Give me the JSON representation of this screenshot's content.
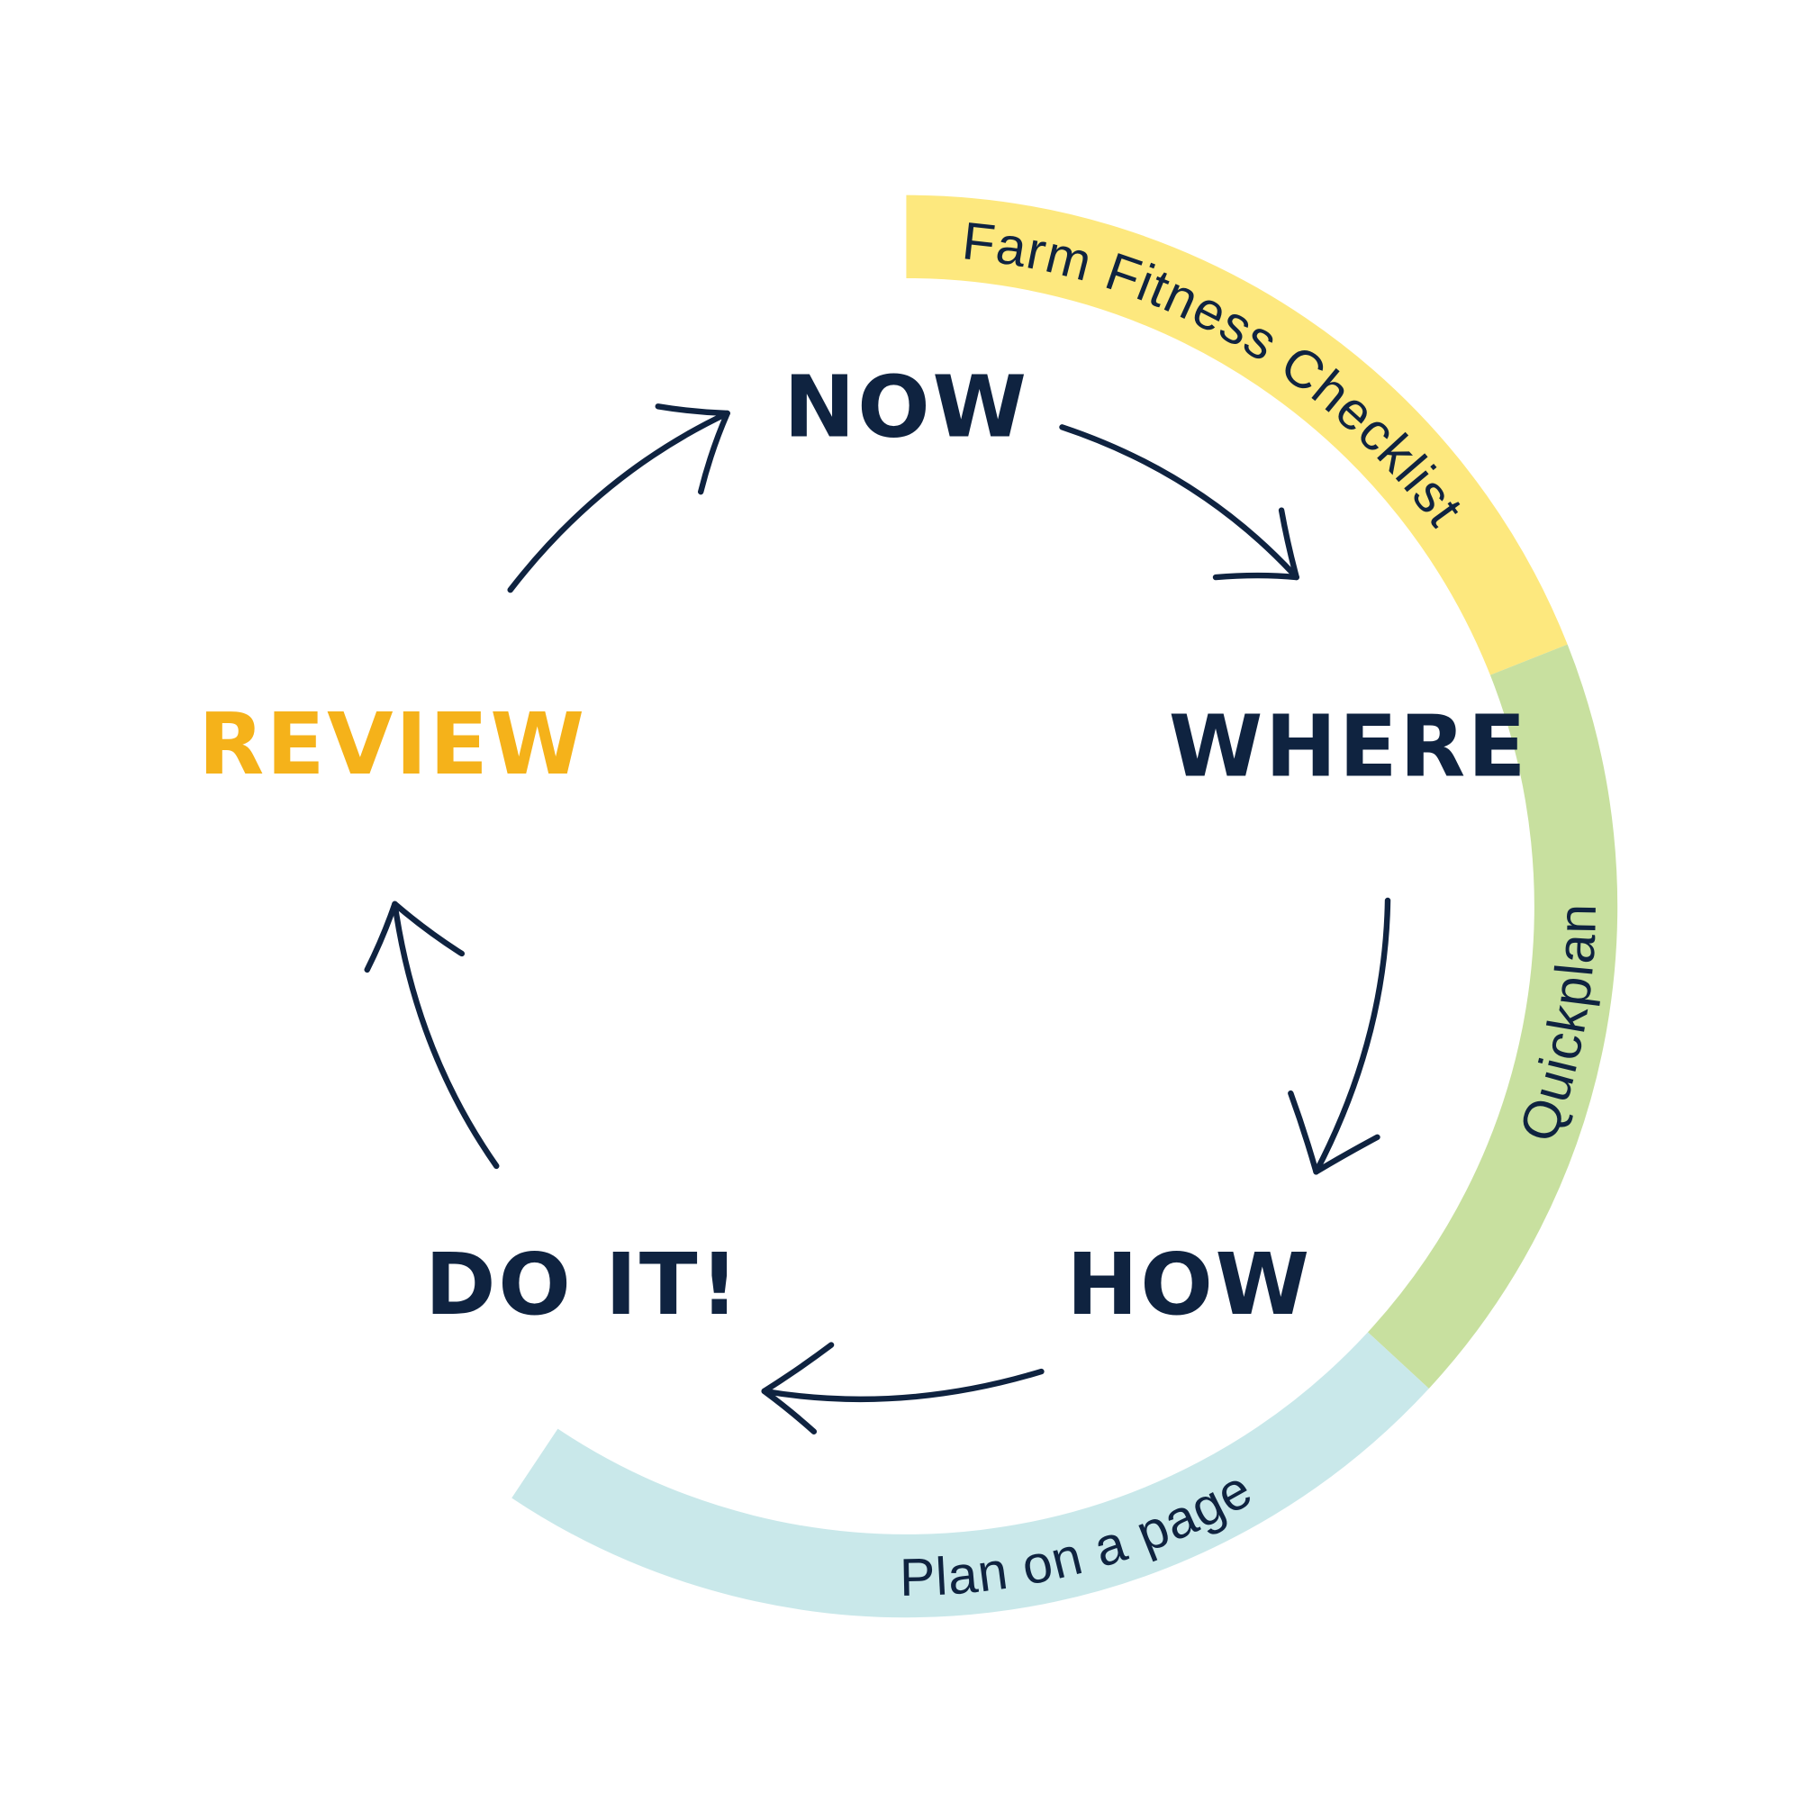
{
  "colors": {
    "text": "#0f2340",
    "accent": "#f5b21a",
    "band_yellow": "#fde87e",
    "band_green": "#c8e09f",
    "band_blue": "#c9e8ea"
  },
  "bands": [
    {
      "label": "Farm Fitness Checklist",
      "color": "#fde87e"
    },
    {
      "label": "Quickplan",
      "color": "#c8e09f"
    },
    {
      "label": "Plan on a page",
      "color": "#c9e8ea"
    }
  ],
  "stages": [
    {
      "label": "NOW"
    },
    {
      "label": "WHERE"
    },
    {
      "label": "HOW"
    },
    {
      "label": "DO IT!"
    },
    {
      "label": "REVIEW"
    }
  ]
}
